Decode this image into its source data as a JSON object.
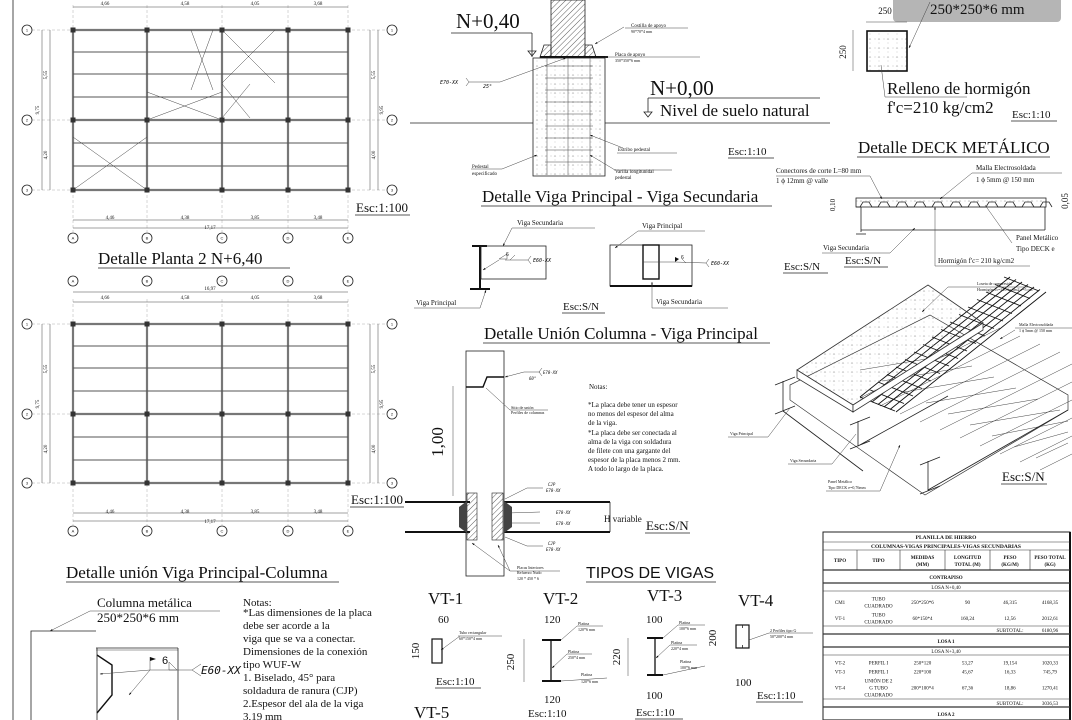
{
  "plans": [
    {
      "title": "",
      "scale": "Esc:1:100",
      "top_dims": [
        "4,66",
        "4,58",
        "4,05",
        "3,68"
      ],
      "bottom_dims": [
        "4,46",
        "4,38",
        "3,85",
        "3,48"
      ],
      "bottom_total": "17,17",
      "left_dims": [
        "5,55",
        "4,20"
      ],
      "left_total": "9,75",
      "right_dims": [
        "5,55",
        "4,00"
      ],
      "right_total": "9,95",
      "axes_cols": [
        "A",
        "B",
        "C",
        "D",
        "E"
      ],
      "axes_rows": [
        "1",
        "2",
        "3"
      ]
    },
    {
      "title": "Detalle Planta 2 N+6,40",
      "scale": "Esc:1:100",
      "top_total": "16,97",
      "top_dims": [
        "4,66",
        "4,58",
        "4,05",
        "3,68"
      ],
      "bottom_dims": [
        "4,46",
        "4,38",
        "3,85",
        "3,48"
      ],
      "bottom_total": "17,17",
      "left_dims": [
        "5,55",
        "4,20"
      ],
      "left_total": "9,75",
      "right_dims": [
        "5,55",
        "4,00"
      ],
      "right_total": "9,95",
      "axes_cols": [
        "A",
        "B",
        "C",
        "D",
        "E"
      ],
      "axes_rows": [
        "1",
        "2",
        "3"
      ]
    }
  ],
  "pedestal": {
    "level_top": "N+0,40",
    "level_ground": "N+0,00",
    "ground_label": "Nivel de suelo natural",
    "rib_label": "Costilla de apoyo",
    "rib_dims": "90*70*4 mm",
    "plate_label": "Placa de apoyo",
    "plate_dims": "350*350*6 mm",
    "weld": "E70-XX",
    "weld_angle": "25°",
    "stirrup_label": "Estribo pedestal",
    "rebar_label_1": "Varilla longitunidal",
    "rebar_label_2": "pedestal",
    "pedestal_label_1": "Pedestal",
    "pedestal_label_2": "especificado",
    "scale": "Esc:1:10"
  },
  "column_section": {
    "width": "250",
    "height": "250",
    "dims": "250*250*6 mm",
    "fill_label": "Relleno de hormigón",
    "fill_strength": "f'c=210 kg/cm2",
    "scale": "Esc:1:10"
  },
  "deck": {
    "title": "Detalle DECK METÁLICO",
    "connectors_1": "Conectores de corte L=80 mm",
    "connectors_2": "1 ϕ 12mm @ valle",
    "mesh_1": "Malla Electrosoldada",
    "mesh_2": "1 ϕ 5mm @ 150 mm",
    "dim_left": "0,10",
    "dim_right": "0,05",
    "panel_1": "Panel Metálico",
    "panel_2": "Tipo DECK e",
    "secondary": "Viga Secundaria",
    "concrete": "Hormigón f'c= 210 kg/cm2",
    "scale_a": "Esc:S/N",
    "scale_b": "Esc:S/N"
  },
  "beam_joint": {
    "title": "Detalle Viga Principal - Viga Secundaria",
    "secondary": "Viga Secundaria",
    "principal": "Viga Principal",
    "weld": "E60-XX",
    "weld_size": "6",
    "scale": "Esc:S/N"
  },
  "column_joint": {
    "title": "Detalle Unión Columna - Viga Principal",
    "height": "1,00",
    "notes_title": "Notas:",
    "notes": [
      "*La placa debe tener un espesor",
      " no menos del espesor del alma",
      " de la viga.",
      "*La placa debe ser conectada al",
      " alma de la viga con  soldadura",
      " de filete con una gargante del",
      " espesor de  la placa menos 2 mm.",
      " A todo lo largo de la placa."
    ],
    "splice_1": "Sitio de unión",
    "splice_2": "Perfiles de columnas",
    "plates_1": "Placas Interiores",
    "plates_2": "Refuerzo Nudo",
    "plates_3": "120 * 450 * 6",
    "weld_cjp": "CJP",
    "weld": "E70-XX",
    "angle": "60°",
    "h_label": "H variable",
    "scale": "Esc:S/N"
  },
  "isometric": {
    "slab_1": "Loseta de compresión",
    "slab_2": "Hormigón f'c=210 kg/cm2 e=5 cm",
    "mesh_1": "Malla Electrosoldada",
    "mesh_2": "1 ϕ 5mm @ 150 mm",
    "principal": "Viga Principal",
    "secondary": "Viga Secundaria",
    "panel_1": "Panel Metálico",
    "panel_2": "Tipo DECK e=0,76mm",
    "scale": "Esc:S/N"
  },
  "iron_schedule": {
    "title": "PLANILLA DE HIERRO",
    "subtitle": "COLUMNAS-VIGAS PRINCIPALES-VIGAS SECUNDARIAS",
    "headers": [
      [
        "TIPO"
      ],
      [
        "TIPO"
      ],
      [
        "MEDIDAS",
        "(MM)"
      ],
      [
        "LONGITUD",
        "TOTAL (M)"
      ],
      [
        "PESO",
        "(KG/M)"
      ],
      [
        "PESO TOTAL",
        "(KG)"
      ]
    ],
    "sections": [
      {
        "name": "CONTRAPISO",
        "level": "LOSA N+0,40",
        "rows": [
          {
            "tipo": "CM1",
            "perfil": [
              "TUBO",
              "CUADRADO"
            ],
            "medidas": "250*250*6",
            "longitud": "90",
            "peso": "46,315",
            "total": "4168,35"
          },
          {
            "tipo": "VT-1",
            "perfil": [
              "TUBO",
              "CUADRADO"
            ],
            "medidas": "60*150*4",
            "longitud": "160,24",
            "peso": "12,56",
            "total": "2012,61"
          }
        ],
        "subtotal_label": "SUBTOTAL:",
        "subtotal": "6180,96"
      },
      {
        "name": "LOSA 1",
        "level": "LOSA N+3,40",
        "rows": [
          {
            "tipo": "VT-2",
            "perfil": [
              "PERFIL I"
            ],
            "medidas": "250*120",
            "longitud": "53,27",
            "peso": "19,154",
            "total": "1020,33"
          },
          {
            "tipo": "VT-3",
            "perfil": [
              "PERFIL I"
            ],
            "medidas": "220*100",
            "longitud": "45,67",
            "peso": "16,33",
            "total": "745,79"
          },
          {
            "tipo": "VT-4",
            "perfil": [
              "UNIÓN DE 2",
              "G TUBO",
              "CUADRADO"
            ],
            "medidas": "200*100*4",
            "longitud": "67,36",
            "peso": "18,86",
            "total": "1270,41"
          }
        ],
        "subtotal_label": "SUBTOTAL:",
        "subtotal": "3036,53"
      },
      {
        "name": "LOSA 2"
      }
    ]
  },
  "beam_types": {
    "title": "TIPOS DE VIGAS",
    "vt1": {
      "name": "VT-1",
      "w": "60",
      "h": "150",
      "label_1": "Tubo rectangular",
      "label_2": "60*150*4 mm",
      "scale": "Esc:1:10"
    },
    "vt2": {
      "name": "VT-2",
      "w_top": "120",
      "h": "250",
      "w_bot": "120",
      "flange_top_1": "Platina",
      "flange_top_2": "120*6 mm",
      "web_1": "Platina",
      "web_2": "250*4 mm",
      "flange_bot_1": "Platina",
      "flange_bot_2": "120*6 mm",
      "scale": "Esc:1:10"
    },
    "vt3": {
      "name": "VT-3",
      "w_top": "100",
      "h": "220",
      "w_bot": "100",
      "flange_top_1": "Platina",
      "flange_top_2": "100*6 mm",
      "web_1": "Platina",
      "web_2": "220*4 mm",
      "flange_bot_1": "Platina",
      "flange_bot_2": "100*6 mm",
      "scale": "Esc:1:10"
    },
    "vt4": {
      "name": "VT-4",
      "h": "200",
      "w": "100",
      "label_1": "2 Perfiles tipo G",
      "label_2": "50*200*4 mm",
      "scale": "Esc:1:10"
    },
    "vt5": {
      "name": "VT-5"
    }
  },
  "column_beam_joint": {
    "title": "Detalle unión Viga Principal-Columna",
    "column_1": "Columna metálica",
    "column_2": "250*250*6 mm",
    "weld": "E60-XX",
    "weld_size": "6",
    "notes": [
      "Notas:",
      "*Las dimensiones de la placa",
      "debe ser acorde a la",
      "  viga que se va a conectar.",
      "Dimensiones de la conexión",
      "tipo WUF-W",
      "1. Biselado, 45° para",
      "soldadura de ranura (CJP)",
      "2.Espesor del ala de la viga",
      "3,19 mm"
    ]
  }
}
